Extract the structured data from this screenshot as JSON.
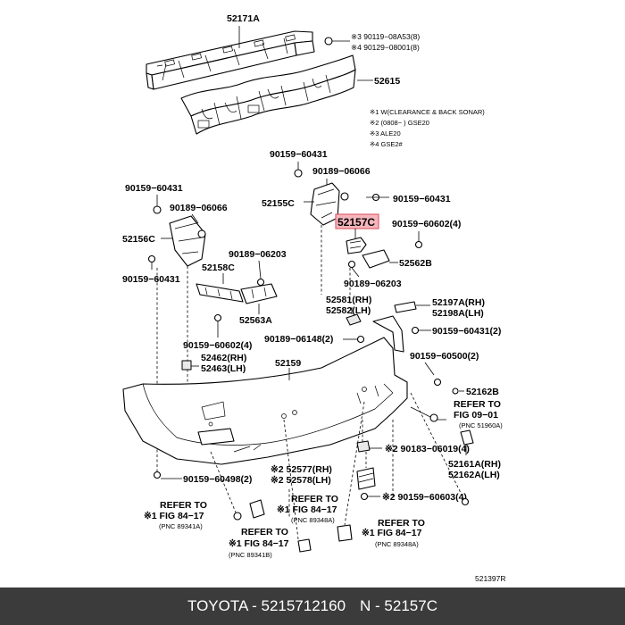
{
  "labels": {
    "p52171A": "52171A",
    "p52615": "52615",
    "b90119": "※3 90119−08A53(8)",
    "b90129": "※4 90129−08001(8)",
    "n1": "※1 W(CLEARANCE & BACK SONAR)",
    "n2": "※2 (0808−      ) GSE20",
    "n3": "※3 ALE20",
    "n4": "※4 GSE2#",
    "b60431a": "90159−60431",
    "b06066a": "90189−06066",
    "p52155C": "52155C",
    "b60431b": "90159−60431",
    "p52157C": "52157C",
    "b60602a": "90159−60602(4)",
    "p52562B": "52562B",
    "b06203a": "90189−06203",
    "b60431c": "90159−60431",
    "b06066b": "90189−06066",
    "p52156C": "52156C",
    "b60431d": "90159−60431",
    "b06203b": "90189−06203",
    "p52158C": "52158C",
    "p52563A": "52563A",
    "b60602b": "90159−60602(4)",
    "p52581": "52581(RH)",
    "p52582": "52582(LH)",
    "p52197A": "52197A(RH)",
    "p52198A": "52198A(LH)",
    "b06148": "90189−06148(2)",
    "b60431e": "90159−60431(2)",
    "p52462": "52462(RH)",
    "p52463": "52463(LH)",
    "p52159": "52159",
    "b60500": "90159−60500(2)",
    "p52162B": "52162B",
    "refer1a": "REFER TO",
    "refer1b": "FIG 09−01",
    "refer1c": "(PNC 51960A)",
    "b06019": "※2 90183−06019(4)",
    "p52161A": "52161A(RH)",
    "p52162A": "52162A(LH)",
    "b60498": "90159−60498(2)",
    "p52577": "※2 52577(RH)",
    "p52578": "※2 52578(LH)",
    "b60603": "※2 90159−60603(4)",
    "refer2a": "REFER TO",
    "refer2b": "※1 FIG 84−17",
    "refer2c": "(PNC 89341A)",
    "refer3a": "REFER TO",
    "refer3b": "※1 FIG 84−17",
    "refer3c": "(PNC 89348A)",
    "refer4a": "REFER TO",
    "refer4b": "※1 FIG 84−17",
    "refer4c": "(PNC 89341B)",
    "refer5a": "REFER TO",
    "refer5b": "※1 FIG 84−17",
    "refer5c": "(PNC 89348A)",
    "figno": "521397R"
  },
  "footer": {
    "brand": "TOYOTA - 5215712160",
    "part": "N - 52157C"
  }
}
